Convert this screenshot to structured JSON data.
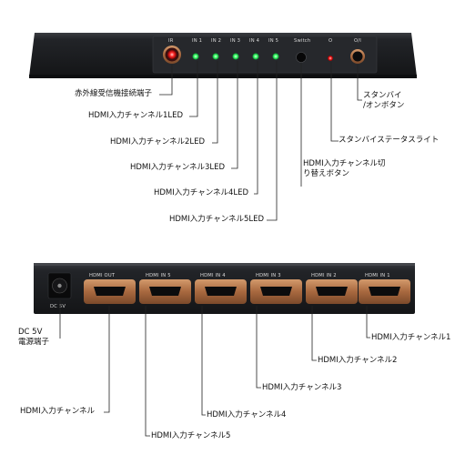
{
  "front_panel": {
    "top_labels": {
      "ir": "IR",
      "in1": "IN 1",
      "in2": "IN 2",
      "in3": "IN 3",
      "in4": "IN 4",
      "in5": "IN 5",
      "switch": "Switch",
      "standby_led": "O",
      "power": "O/I"
    },
    "callouts": {
      "ir_receiver": "赤外線受信機接続端子",
      "led1": "HDMI入力チャンネル1LED",
      "led2": "HDMI入力チャンネル2LED",
      "led3": "HDMI入力チャンネル3LED",
      "led4": "HDMI入力チャンネル4LED",
      "led5": "HDMI入力チャンネル5LED",
      "switch_button": "HDMI入力チャンネル切\nり替えボタン",
      "standby_status": "スタンバイステータスライト",
      "standby_button": "スタンバイ\n/オンボタン"
    },
    "colors": {
      "body": "#1d1f22",
      "panel": "#2a2c30",
      "led_green": "#3dff6a",
      "led_red": "#ff2a2a",
      "ring": "#c98a55"
    }
  },
  "back_panel": {
    "port_labels": {
      "dc": "DC 5V",
      "out": "HDMI OUT",
      "in5": "HDMI IN 5",
      "in4": "HDMI IN 4",
      "in3": "HDMI IN 3",
      "in2": "HDMI IN 2",
      "in1": "HDMI IN 1"
    },
    "callouts": {
      "dc_power": "DC 5V\n電源端子",
      "out": "HDMI入力チャンネル",
      "in5": "HDMI入力チャンネル5",
      "in4": "HDMI入力チャンネル4",
      "in3": "HDMI入力チャンネル3",
      "in2": "HDMI入力チャンネル2",
      "in1": "HDMI入力チャンネル1"
    },
    "colors": {
      "body": "#1b1c1f",
      "copper": "#b9774a",
      "port": "#0c0c0d"
    }
  }
}
